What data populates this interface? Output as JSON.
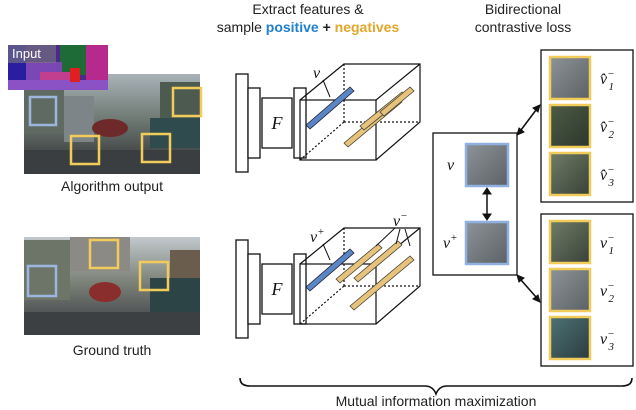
{
  "labels": {
    "input": "Input",
    "algorithm_output": "Algorithm output",
    "ground_truth": "Ground truth",
    "header_line1": "Extract features &",
    "header_sample": "sample",
    "header_positive": "positive",
    "header_plus": "+",
    "header_negatives": "negatives",
    "loss_line1": "Bidirectional",
    "loss_line2": "contrastive loss",
    "mutual_info": "Mutual information maximization"
  },
  "symbols": {
    "encoder": "F",
    "v": "v",
    "v_plus": "v",
    "plus_sign": "+",
    "minus_sign": "−",
    "v_hat": "v̂",
    "sub1": "1",
    "sub2": "2",
    "sub3": "3"
  },
  "colors": {
    "positive": "#1f7fd0",
    "negative": "#e8b53a",
    "positive_patch_border": "#8fb0e0",
    "negative_patch_border": "#f2cc5a",
    "bar_positive_fill": "#5b86c5",
    "bar_negative_fill": "#e7c27c"
  }
}
